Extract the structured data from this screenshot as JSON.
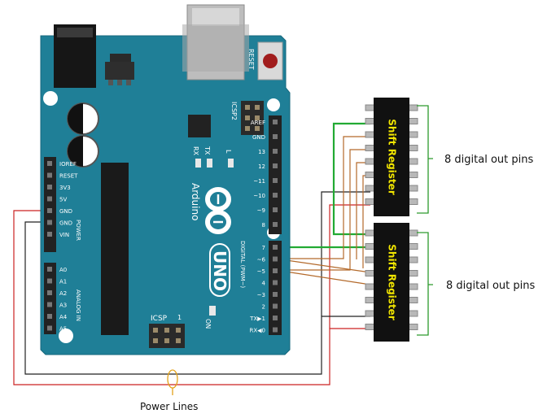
{
  "board": {
    "reset_label": "RESET",
    "icsp2_label": "ICSP2",
    "tx_label": "TX",
    "rx_label": "RX",
    "l_label": "L",
    "brand": "Arduino",
    "model": "UNO",
    "icsp_label": "ICSP",
    "icsp_pin1": "1",
    "on_label": "ON",
    "digital_label": "DIGITAL (PWM~)",
    "power_label": "POWER",
    "analog_label": "ANALOG IN",
    "power_pins": [
      "IOREF",
      "RESET",
      "3V3",
      "5V",
      "GND",
      "GND",
      "VIN"
    ],
    "analog_pins": [
      "A0",
      "A1",
      "A2",
      "A3",
      "A4",
      "A5"
    ],
    "digital_pins_top": [
      "AREF",
      "GND",
      "13",
      "12",
      "~11",
      "~10",
      "~9",
      "8"
    ],
    "digital_pins_bottom": [
      "7",
      "~6",
      "~5",
      "4",
      "~3",
      "2",
      "TX▶1",
      "RX◀0"
    ]
  },
  "chips": [
    {
      "label": "Shift Register"
    },
    {
      "label": "Shift Register"
    }
  ],
  "annotations": {
    "outputs_top": "8 digital out pins",
    "outputs_bottom": "8 digital out pins",
    "power_lines": "Power Lines"
  },
  "colors": {
    "board": "#1f7f97",
    "board_edge": "#15677c",
    "header": "#222222",
    "chip": "#111111",
    "chip_pin": "#b8b8b8",
    "data_wire": "#22aa33",
    "clock_wire": "#b3692a",
    "vcc_wire": "#cc2222",
    "gnd_wire": "#222222",
    "bracket": "#2d9a2d",
    "chip_text": "#f2e600",
    "board_text": "#ffffff"
  }
}
